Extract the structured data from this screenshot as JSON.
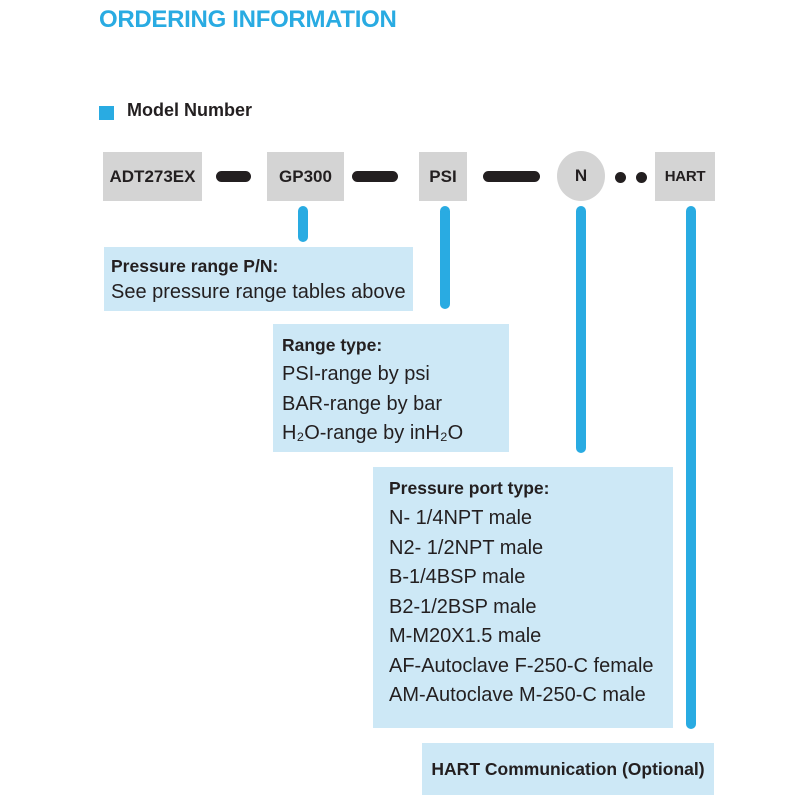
{
  "title": "ORDERING INFORMATION",
  "section": {
    "heading": "Model Number"
  },
  "model_number": {
    "segments": [
      {
        "label": "ADT273EX",
        "shape": "rect"
      },
      {
        "label": "GP300",
        "shape": "rect"
      },
      {
        "label": "PSI",
        "shape": "rect"
      },
      {
        "label": "N",
        "shape": "circle"
      },
      {
        "label": "HART",
        "shape": "rect"
      }
    ]
  },
  "callouts": {
    "pressure_range": {
      "title": "Pressure range P/N:",
      "lines": [
        "See pressure range tables above"
      ]
    },
    "range_type": {
      "title": "Range type:",
      "lines": [
        "PSI-range by psi",
        "BAR-range by bar",
        "H₂O-range by inH₂O"
      ]
    },
    "pressure_port": {
      "title": "Pressure port type:",
      "lines": [
        "N- 1/4NPT male",
        "N2- 1/2NPT male",
        "B-1/4BSP male",
        "B2-1/2BSP male",
        "M-M20X1.5 male",
        "AF-Autoclave F-250-C female",
        "AM-Autoclave M-250-C male"
      ]
    },
    "hart": {
      "title": "HART Communication (Optional)"
    }
  },
  "colors": {
    "accent": "#29abe2",
    "callout_bg": "#cde8f6",
    "segment_bg": "#d4d4d4",
    "text": "#231f20"
  }
}
